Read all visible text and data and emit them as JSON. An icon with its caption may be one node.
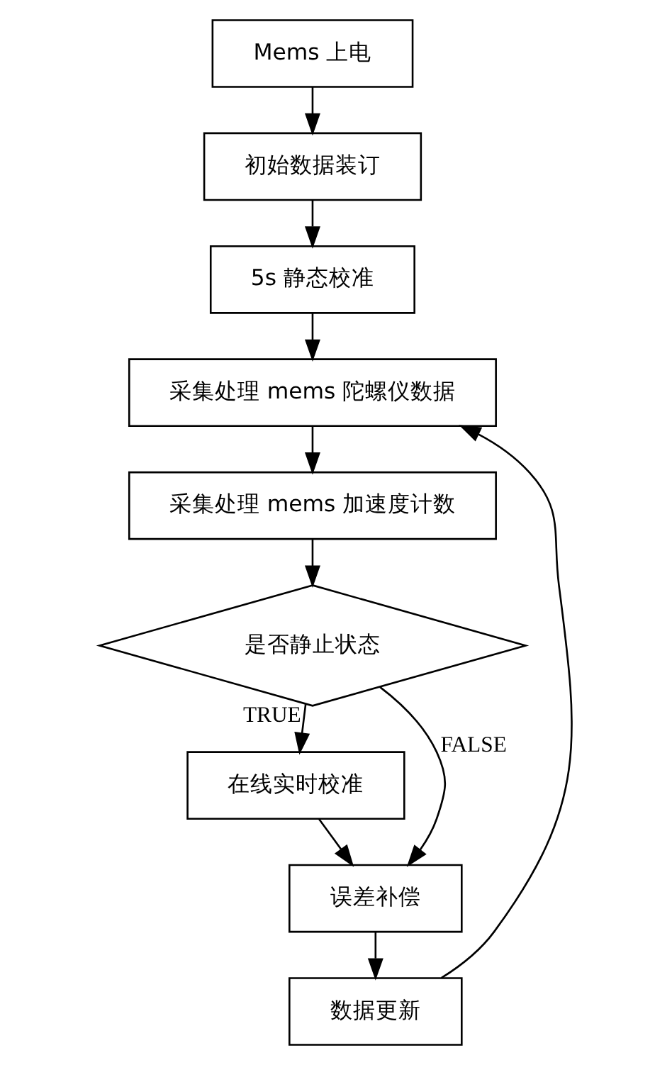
{
  "diagram": {
    "nodes": [
      {
        "text": [
          "Mems 上电"
        ]
      },
      {
        "text": [
          "初始数据装订"
        ]
      },
      {
        "text": [
          "5s 静态校准"
        ]
      },
      {
        "text": [
          "采集处理 mems 陀螺仪数据"
        ]
      },
      {
        "text": [
          "采集处理 mems 加速度计数"
        ]
      },
      {
        "text": [
          "是否静止状态"
        ]
      },
      {
        "text": [
          "在线实时校准"
        ]
      },
      {
        "text": [
          "误差补偿"
        ]
      },
      {
        "text": [
          "数据更新"
        ]
      }
    ],
    "edges": [
      {
        "from": 0,
        "to": 1,
        "arrow": "to"
      },
      {
        "from": 1,
        "to": 2,
        "arrow": "to"
      },
      {
        "from": 2,
        "to": 3,
        "arrow": "to"
      },
      {
        "from": 3,
        "to": 4,
        "arrow": "to"
      },
      {
        "from": 4,
        "to": 5,
        "arrow": "to"
      },
      {
        "from": 5,
        "to": 6,
        "arrow": "to",
        "label": "TRUE"
      },
      {
        "from": 5,
        "to": 7,
        "arrow": "to",
        "label": "FALSE"
      },
      {
        "from": 6,
        "to": 7,
        "arrow": "to"
      },
      {
        "from": 7,
        "to": 8,
        "arrow": "to"
      },
      {
        "from": 8,
        "to": 3,
        "arrow": "to"
      }
    ]
  }
}
